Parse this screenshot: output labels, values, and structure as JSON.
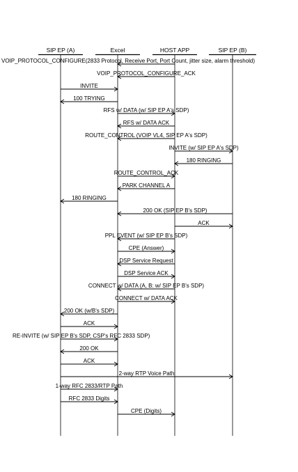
{
  "participants": [
    {
      "id": "A",
      "label": "SIP EP (A)"
    },
    {
      "id": "E",
      "label": "Excel"
    },
    {
      "id": "H",
      "label": "HOST APP"
    },
    {
      "id": "B",
      "label": "SIP EP (B)"
    }
  ],
  "messages": [
    {
      "from": "E",
      "to": "H",
      "label": "VOIP_PROTOCOL_CONFIGURE(2833 Protocol, Receive Port, Port Count, jitter size, alarm threshold)",
      "dir": "left"
    },
    {
      "from": "H",
      "to": "E",
      "label": "VOIP_PROTOCOL_CONFIGURE_ACK"
    },
    {
      "from": "A",
      "to": "E",
      "label": "INVITE"
    },
    {
      "from": "E",
      "to": "A",
      "label": "100 TRYING"
    },
    {
      "from": "E",
      "to": "H",
      "label": "RFS w/ DATA (w/ SIP EP A's SDP)"
    },
    {
      "from": "H",
      "to": "E",
      "label": "RFS w/ DATA ACK"
    },
    {
      "from": "H",
      "to": "E",
      "label": "ROUTE_CONTROL (VOIP VL4, SIP EP A's SDP)"
    },
    {
      "from": "H",
      "to": "B",
      "label": "INVITE (w/ SIP EP A's SDP)"
    },
    {
      "from": "B",
      "to": "H",
      "label": "180 RINGING"
    },
    {
      "from": "E",
      "to": "H",
      "label": "ROUTE_CONTROL_ACK"
    },
    {
      "from": "H",
      "to": "E",
      "label": "PARK CHANNEL A"
    },
    {
      "from": "E",
      "to": "A",
      "label": "180 RINGING"
    },
    {
      "from": "B",
      "to": "E",
      "label": "200 OK (SIP EP B's SDP)"
    },
    {
      "from": "H",
      "to": "B",
      "label": "ACK"
    },
    {
      "from": "H",
      "to": "E",
      "label": "PPL EVENT (w/ SIP EP B's SDP)"
    },
    {
      "from": "E",
      "to": "H",
      "label": "CPE (Answer)"
    },
    {
      "from": "H",
      "to": "E",
      "label": "DSP Service Request"
    },
    {
      "from": "E",
      "to": "H",
      "label": "DSP Service ACK"
    },
    {
      "from": "H",
      "to": "E",
      "label": "CONNECT w/ DATA (A, B: w/ SIP EP B's SDP)"
    },
    {
      "from": "E",
      "to": "H",
      "label": "CONNECT w/ DATA ACK"
    },
    {
      "from": "E",
      "to": "A",
      "label": "200 OK (w/B's SDP)"
    },
    {
      "from": "A",
      "to": "E",
      "label": "ACK"
    },
    {
      "from": "A",
      "to": "E",
      "label": "RE-INVITE (w/ SIP EP B's SDP, CSP's RFC 2833 SDP)"
    },
    {
      "from": "E",
      "to": "A",
      "label": "200 OK"
    },
    {
      "from": "A",
      "to": "E",
      "label": "ACK"
    },
    {
      "from": "A",
      "to": "B",
      "label": "2-way RTP Voice Path"
    },
    {
      "from": "A",
      "to": "E",
      "label": "1-way RFC 2833/RTP Path"
    },
    {
      "from": "A",
      "to": "E",
      "label": "RFC 2833 Digits"
    },
    {
      "from": "E",
      "to": "H",
      "label": "CPE (Digits)"
    }
  ]
}
